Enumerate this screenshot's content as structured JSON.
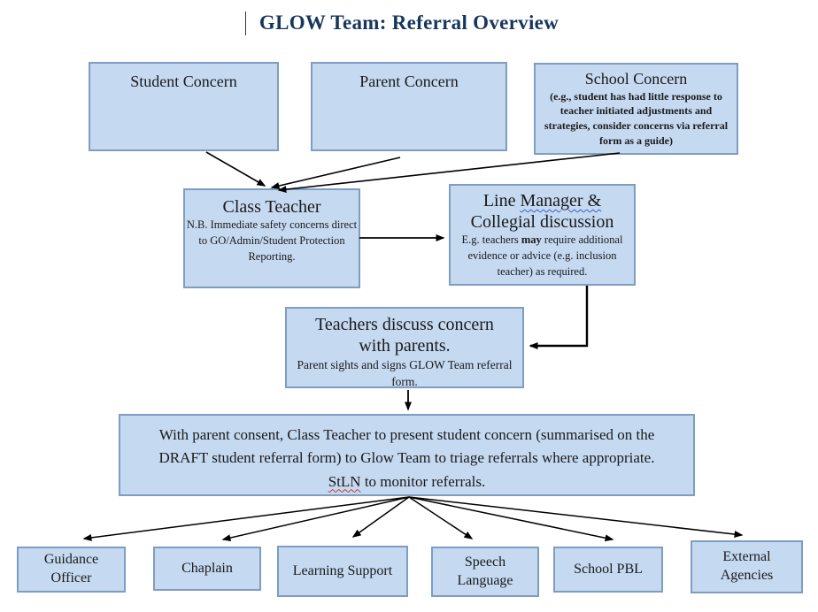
{
  "title": "GLOW Team: Referral Overview",
  "colors": {
    "box_fill": "#C5D9F1",
    "box_border": "#7F9CC1",
    "title_text": "#17365D",
    "arrow": "#000000",
    "grammar_underline": "#3B5FD0",
    "spell_underline": "#D03A31"
  },
  "nodes": {
    "student_concern": {
      "heading": "Student Concern"
    },
    "parent_concern": {
      "heading": "Parent Concern"
    },
    "school_concern": {
      "heading": "School Concern",
      "detail": "(e.g., student has had little response to teacher initiated adjustments and strategies, consider concerns via referral form as a guide)"
    },
    "class_teacher": {
      "heading": "Class Teacher",
      "detail": "N.B. Immediate safety concerns direct to GO/Admin/Student Protection Reporting."
    },
    "line_manager": {
      "heading_pre": "Line ",
      "heading_grammar": "Manager &",
      "heading_line2": "Collegial discussion",
      "detail_pre": "E.g. teachers ",
      "detail_bold": "may",
      "detail_post": " require additional evidence or advice (e.g. inclusion teacher) as required."
    },
    "teachers_discuss": {
      "heading": "Teachers discuss concern with parents.",
      "detail": "Parent sights and signs GLOW Team referral form."
    },
    "parent_consent": {
      "text_pre": "With parent consent, Class Teacher to present student concern (summarised on the DRAFT student referral form) to Glow Team to triage referrals where appropriate. ",
      "text_spellcheck": "StLN",
      "text_post": " to monitor referrals."
    },
    "guidance_officer": {
      "heading": "Guidance Officer"
    },
    "chaplain": {
      "heading": "Chaplain"
    },
    "learning_support": {
      "heading": "Learning Support"
    },
    "speech_language": {
      "heading": "Speech Language"
    },
    "school_pbl": {
      "heading": "School PBL"
    },
    "external_agencies": {
      "heading": "External Agencies"
    }
  }
}
